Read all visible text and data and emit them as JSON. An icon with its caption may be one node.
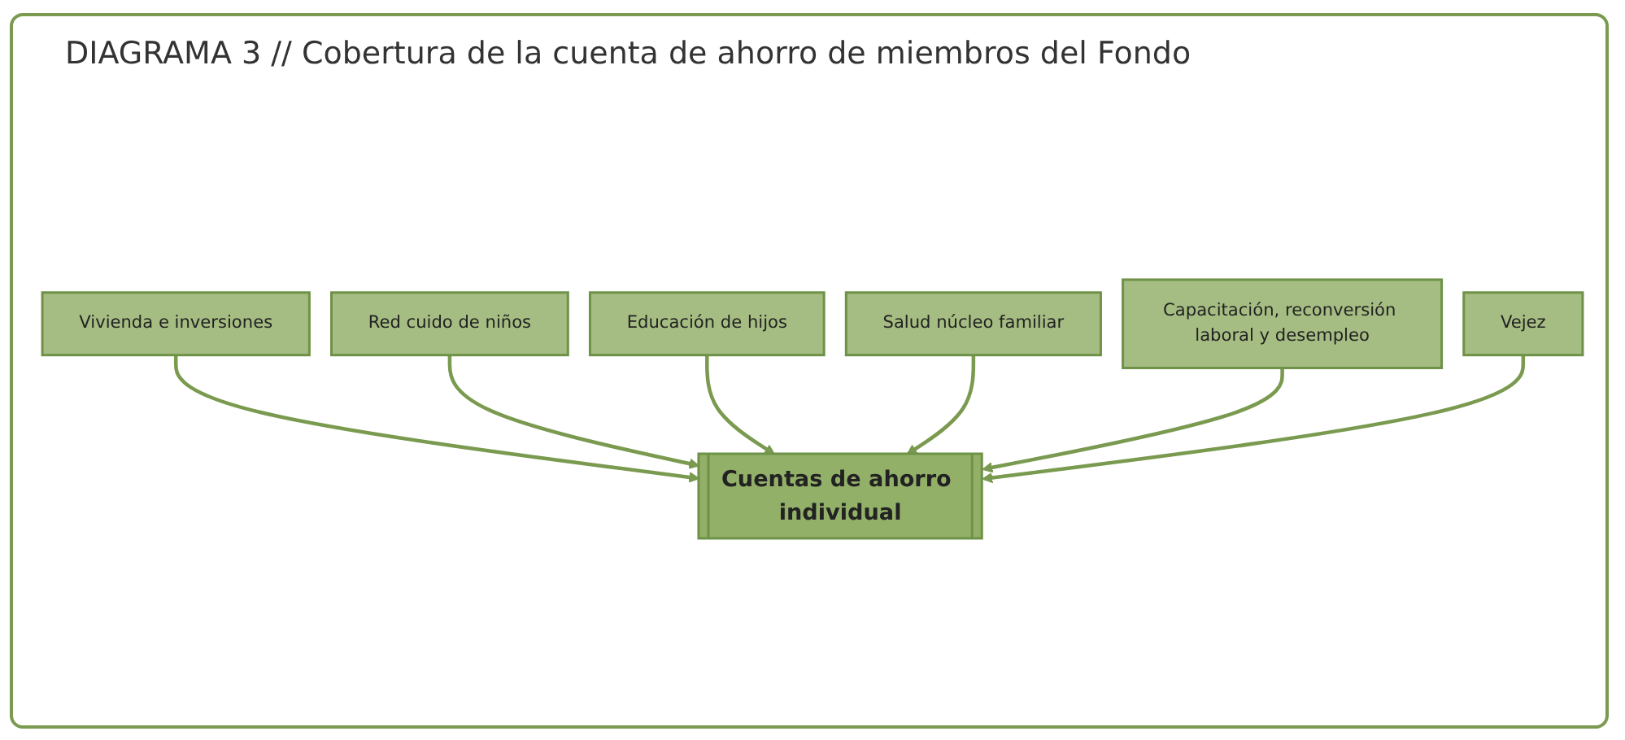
{
  "diagram": {
    "title": "DIAGRAMA 3 // Cobertura de la cuenta de ahorro de miembros del Fondo",
    "nodes": [
      {
        "text": [
          "Vivienda e inversiones"
        ]
      },
      {
        "text": [
          "Red cuido de niños"
        ]
      },
      {
        "text": [
          "Educación de hijos"
        ]
      },
      {
        "text": [
          "Salud núcleo familiar"
        ]
      },
      {
        "text": [
          "Capacitación, reconversión laboral y desempleo"
        ]
      },
      {
        "text": [
          "Vejez"
        ]
      },
      {
        "text": [
          "Cuentas de ahorro individual"
        ]
      }
    ],
    "edges": [
      {
        "from": 0,
        "to": 6,
        "arrow": "to"
      },
      {
        "from": 1,
        "to": 6,
        "arrow": "to"
      },
      {
        "from": 2,
        "to": 6,
        "arrow": "to"
      },
      {
        "from": 3,
        "to": 6,
        "arrow": "to"
      },
      {
        "from": 4,
        "to": 6,
        "arrow": "to"
      },
      {
        "from": 5,
        "to": 6,
        "arrow": "to"
      }
    ]
  }
}
